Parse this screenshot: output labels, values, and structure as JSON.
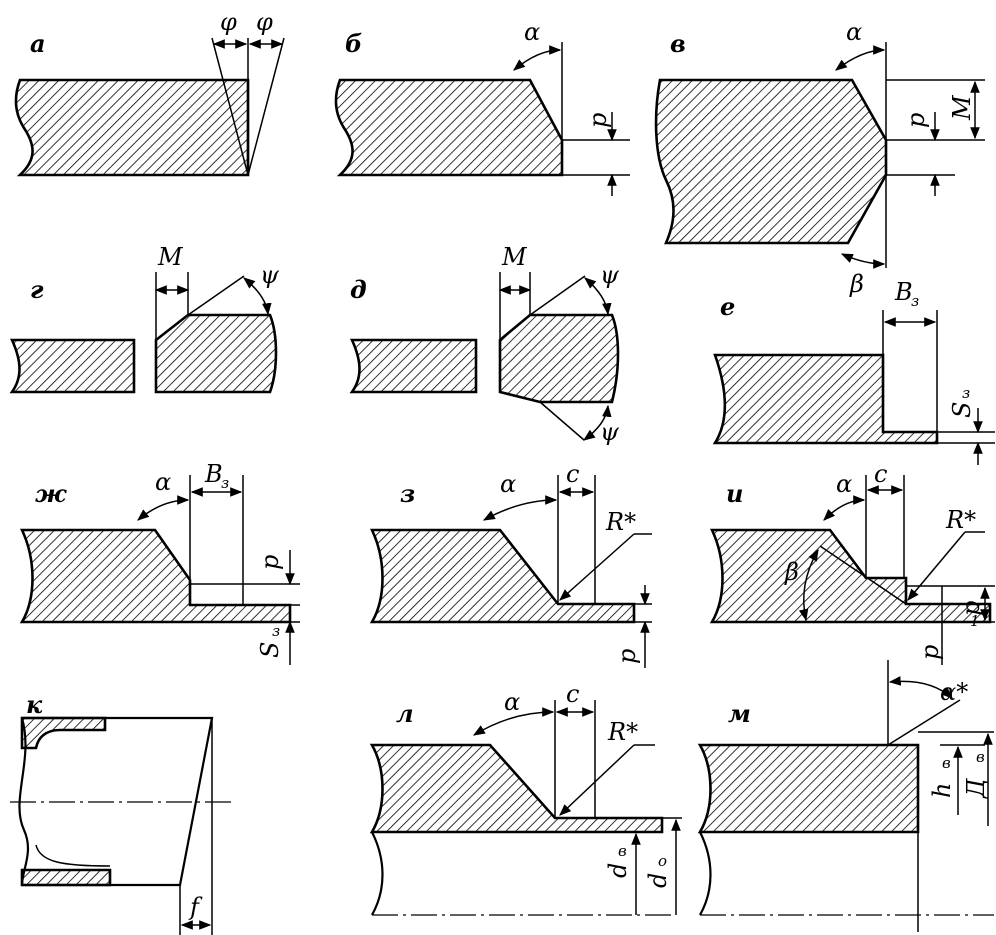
{
  "panels": {
    "a": {
      "letter": "а",
      "labels": [
        "φ",
        "φ"
      ]
    },
    "b": {
      "letter": "б",
      "labels": [
        "α",
        "p"
      ]
    },
    "v": {
      "letter": "в",
      "labels": [
        "α",
        "p",
        "M",
        "β"
      ]
    },
    "g": {
      "letter": "г",
      "labels": [
        "M",
        "ψ"
      ]
    },
    "d": {
      "letter": "д",
      "labels": [
        "M",
        "ψ",
        "ψ"
      ]
    },
    "e": {
      "letter": "е",
      "labels": [
        "B",
        "з",
        "S",
        "з"
      ]
    },
    "zh": {
      "letter": "ж",
      "labels": [
        "α",
        "B",
        "з",
        "p",
        "S",
        "з"
      ]
    },
    "z": {
      "letter": "з",
      "labels": [
        "α",
        "c",
        "R*",
        "p"
      ]
    },
    "i": {
      "letter": "и",
      "labels": [
        "α",
        "c",
        "R*",
        "β",
        "p",
        "1",
        "p"
      ]
    },
    "k": {
      "letter": "к",
      "labels": [
        "f"
      ]
    },
    "l": {
      "letter": "л",
      "labels": [
        "α",
        "c",
        "R*",
        "d",
        "в",
        "d",
        "о"
      ]
    },
    "m": {
      "letter": "м",
      "labels": [
        "α*",
        "h",
        "в",
        "Д",
        "в"
      ]
    }
  }
}
